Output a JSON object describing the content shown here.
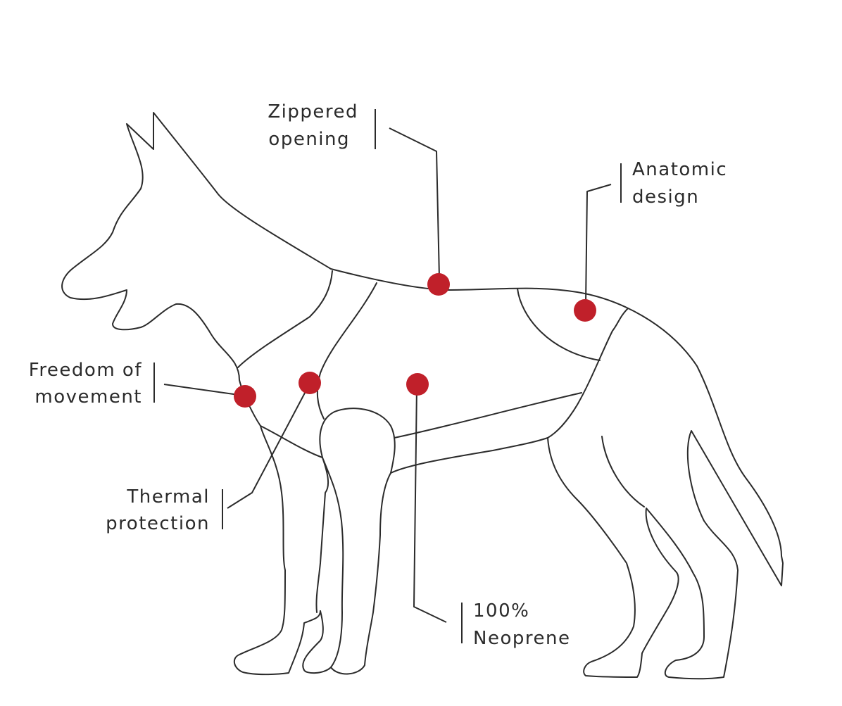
{
  "colors": {
    "marker": "#c0202a",
    "line": "#2b2b2b",
    "background": "#ffffff"
  },
  "callouts": {
    "zippered": {
      "line1": "Zippered",
      "line2": "opening"
    },
    "anatomic": {
      "line1": "Anatomic",
      "line2": "design"
    },
    "freedom": {
      "line1": "Freedom of",
      "line2": "movement"
    },
    "thermal": {
      "line1": "Thermal",
      "line2": "protection"
    },
    "neoprene": {
      "line1": "100%",
      "line2": "Neoprene"
    }
  }
}
